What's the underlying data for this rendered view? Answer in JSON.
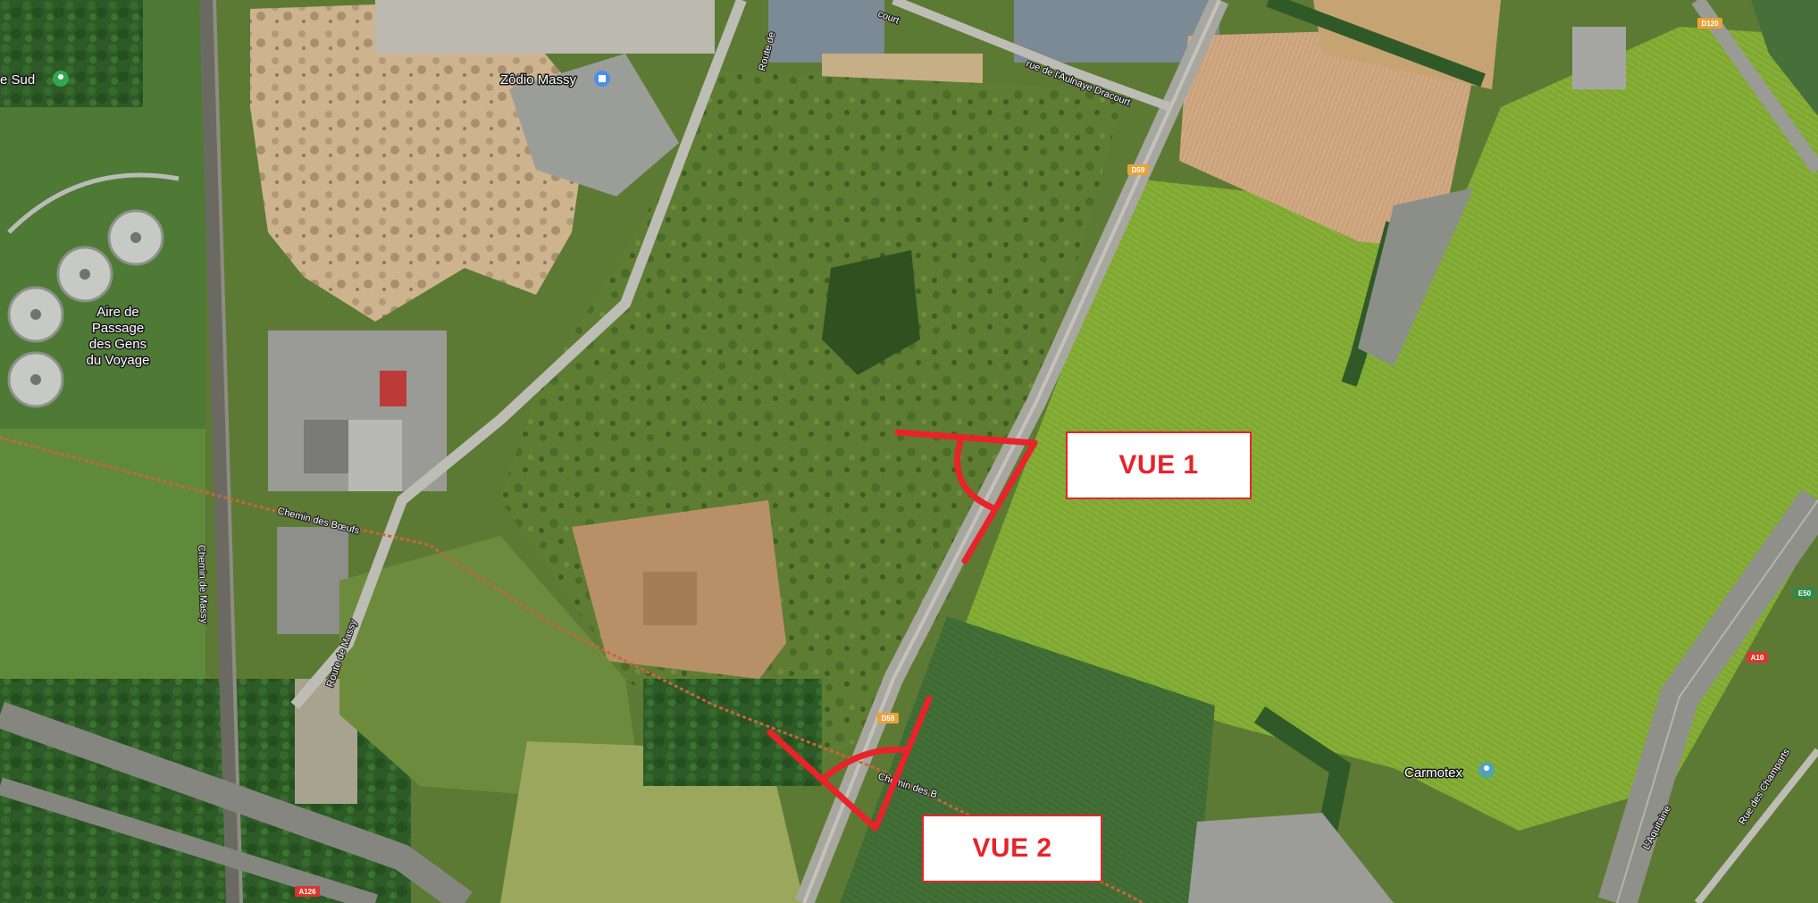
{
  "pois": {
    "zodio": "Zôdio Massy",
    "aire_line1": "Aire de",
    "aire_line2": "Passage",
    "aire_line3": "des Gens",
    "aire_line4": "du Voyage",
    "sud_partial": "e Sud",
    "carmotex": "Carmotex"
  },
  "roads": {
    "chemin_boeufs": "Chemin des Bœufs",
    "chemin_boeufs_lower": "Chemin des B",
    "chemin_massy": "Chemin de Massy",
    "route_massy": "Route de Massy",
    "route_top": "Route de",
    "aulnaye": "rue de l'Aulnaye Dracourt",
    "aulnaye_top": "court",
    "aquitaine": "L'Aquitaine",
    "champarts": "Rue des Champarts"
  },
  "shields": {
    "d59_top": "D59",
    "d59_bottom": "D59",
    "d120": "D120",
    "e50": "E50",
    "a10": "A10",
    "a126": "A126"
  },
  "annotations": {
    "vue1": "VUE 1",
    "vue2": "VUE 2",
    "marker_color": "#e8232a"
  },
  "colors": {
    "field_bright": "#7fa832",
    "field_dark": "#3f6a34",
    "field_light": "#8aa44a",
    "brown_plot": "#c9a17a",
    "quarry": "#cdb48f",
    "forest": "#2d5a26"
  }
}
